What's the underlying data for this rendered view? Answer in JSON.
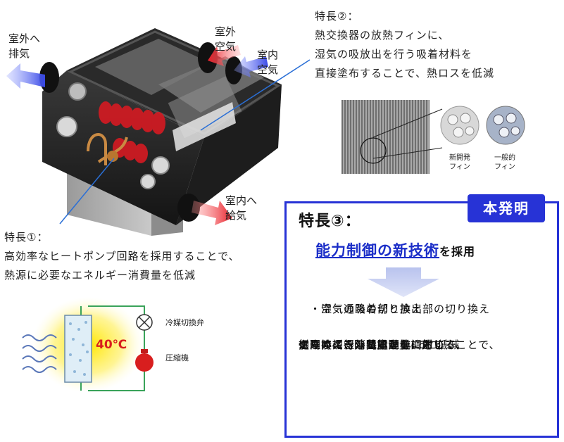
{
  "labels": {
    "exhaust_line1": "室外へ",
    "exhaust_line2": "排気",
    "outdoor_line1": "室外",
    "outdoor_line2": "空気",
    "indoor_line1": "室内",
    "indoor_line2": "空気",
    "supply_line1": "室内へ",
    "supply_line2": "給気"
  },
  "feature2": {
    "title": "特長②：",
    "lines": [
      "熱交換器の放熱フィンに、",
      "湿気の吸放出を行う吸着材料を",
      "直接塗布することで、熱ロスを低減"
    ],
    "fin_new": [
      "新開発",
      "フィン"
    ],
    "fin_general": [
      "一般的",
      "フィン"
    ]
  },
  "feature1": {
    "title": "特長①：",
    "lines": [
      "高効率なヒートポンプ回路を採用することで、",
      "熱源に必要なエネルギー消費量を低減"
    ]
  },
  "circuit": {
    "temp": "40℃",
    "valve_label": "冷媒切換弁",
    "compressor_label": "圧縮機"
  },
  "feature3": {
    "badge": "本発明",
    "title": "特長③：",
    "headline_emph": "能力制御の新技術",
    "headline_rest": "を採用",
    "bullets": [
      "・湿気の吸着部と放出部の切り換え",
      "・空気通路の切り換え"
    ],
    "lines": [
      "を同時に行う基本動作において、",
      "処理すべき除・加湿量に応じて、",
      "切り換える時間間隔を調節することで、",
      "従来の調湿外気処理機に対して",
      "エネルギー消費量を1／6に低減"
    ]
  },
  "colors": {
    "accent_blue": "#2733d6",
    "headline_blue": "#1b2ec8",
    "arrow_red": "#e8202a",
    "arrow_blue": "#3848e6"
  }
}
